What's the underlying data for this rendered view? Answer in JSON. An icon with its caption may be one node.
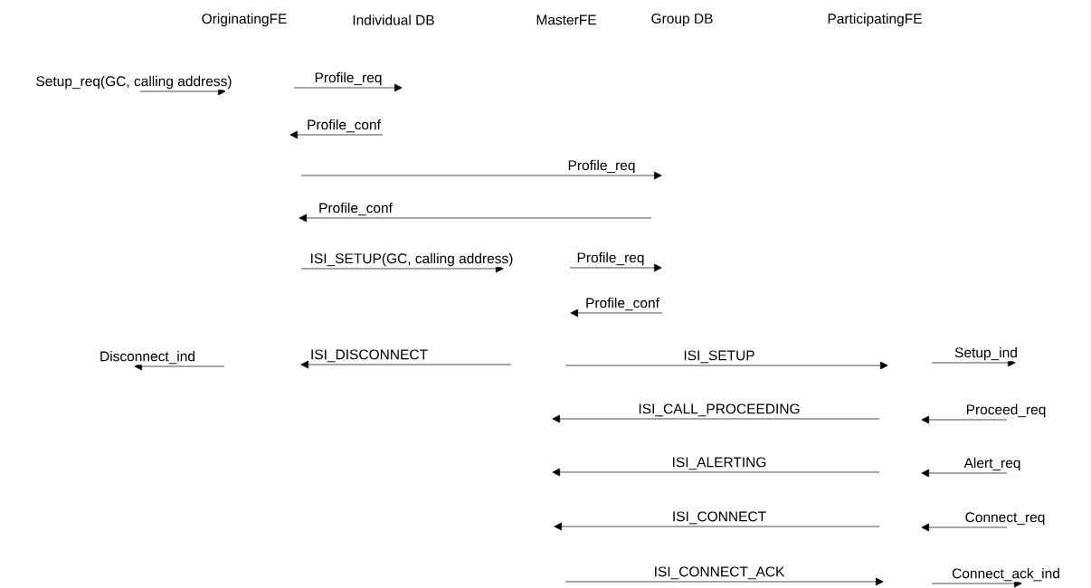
{
  "diagram": {
    "labels": [
      "OriginatingFE",
      "Individual DB",
      "MasterFE",
      "Group DB",
      "ParticipatingFE",
      "Setup_req(GC, calling address)",
      "Profile_req",
      "Profile_conf",
      "Profile_req",
      "Profile_conf",
      "ISI_SETUP(GC, calling address)",
      "Profile_req",
      "Profile_conf",
      "Disconnect_ind",
      "ISI_DISCONNECT",
      "ISI_SETUP",
      "Setup_ind",
      "ISI_CALL_PROCEEDING",
      "Proceed_req",
      "ISI_ALERTING",
      "Alert_req",
      "ISI_CONNECT",
      "Connect_req",
      "ISI_CONNECT_ACK",
      "Connect_ack_ind"
    ]
  }
}
